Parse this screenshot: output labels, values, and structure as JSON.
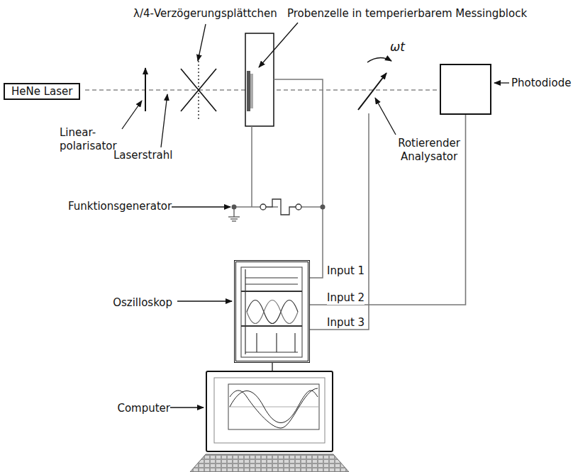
{
  "diagram": {
    "nodes": [
      {
        "text": [
          "HeNe Laser"
        ]
      },
      {
        "text": [
          "Photodiode"
        ]
      },
      {
        "text": [
          "Oszilloskop"
        ]
      },
      {
        "text": [
          "Computer"
        ]
      }
    ],
    "edges": [
      {
        "from": 1,
        "to": 2,
        "arrow": "none",
        "label": "Input 2"
      },
      {
        "from": 2,
        "to": 3,
        "arrow": "none"
      }
    ],
    "labels": [
      "λ/4-Verzögerungsplättchen",
      "Probenzelle in temperierbarem Messingblock",
      "Linear- polarisator",
      "Laserstrahl",
      "ωt",
      "Rotierender Analysator",
      "Funktionsgenerator",
      "Input 1",
      "Input 3"
    ]
  }
}
